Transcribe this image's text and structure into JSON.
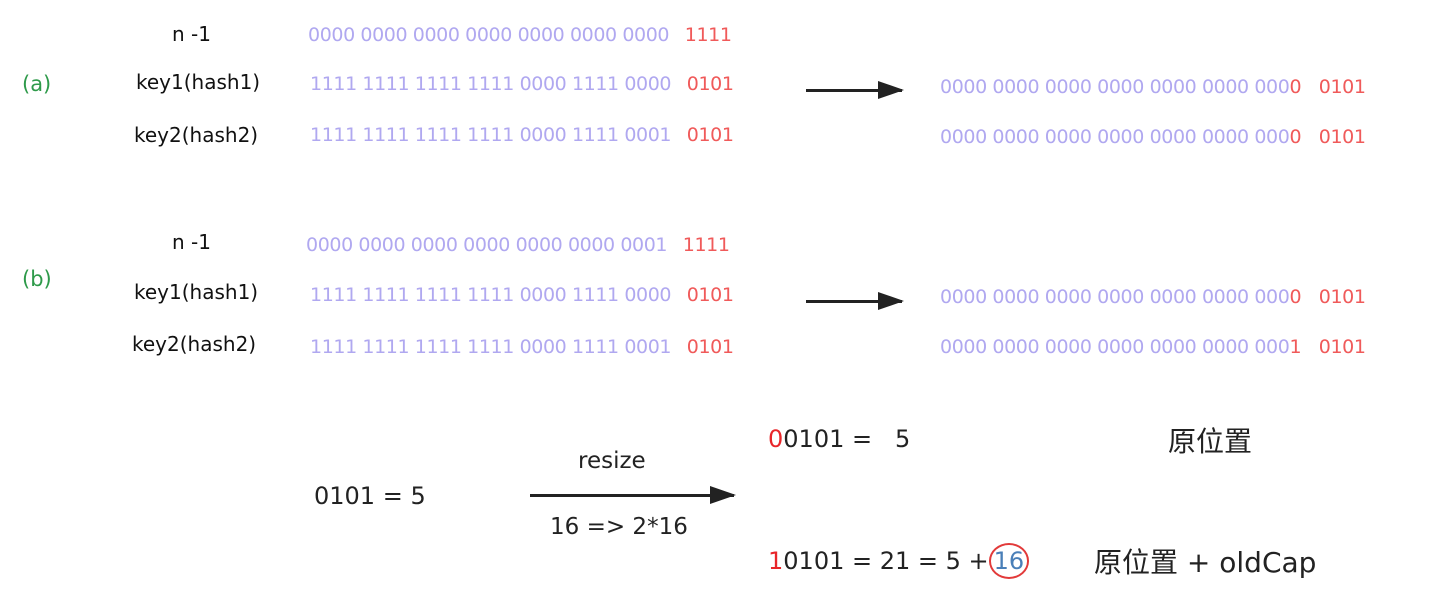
{
  "section_a": {
    "tag": "(a)",
    "rows": [
      {
        "label": "n -1",
        "bits_high": "0000 0000 0000 0000 0000 0000 0000",
        "bits_low": "1111",
        "result_high": "",
        "result_mid": "",
        "result_low": ""
      },
      {
        "label": "key1(hash1)",
        "bits_high": "1111 1111 1111 1111 0000 1111 0000",
        "bits_low": "0101",
        "result_high": "0000 0000 0000 0000 0000 0000 000",
        "result_mid": "0",
        "result_low": "0101"
      },
      {
        "label": "key2(hash2)",
        "bits_high": "1111 1111 1111 1111 0000 1111 0001",
        "bits_low": "0101",
        "result_high": "0000 0000 0000 0000 0000 0000 000",
        "result_mid": "0",
        "result_low": "0101"
      }
    ]
  },
  "section_b": {
    "tag": "(b)",
    "rows": [
      {
        "label": "n -1",
        "bits_high": "0000 0000 0000 0000 0000 0000 0001",
        "bits_low": "1111",
        "result_high": "",
        "result_mid": "",
        "result_low": ""
      },
      {
        "label": "key1(hash1)",
        "bits_high": "1111 1111 1111 1111 0000 1111 0000",
        "bits_low": "0101",
        "result_high": "0000 0000 0000 0000 0000 0000 000",
        "result_mid": "0",
        "result_low": "0101"
      },
      {
        "label": "key2(hash2)",
        "bits_high": "1111 1111 1111 1111 0000 1111 0001",
        "bits_low": "0101",
        "result_high": "0000 0000 0000 0000 0000 0000 000",
        "result_mid": "1",
        "result_low": "0101"
      }
    ]
  },
  "resize": {
    "left": "0101 = 5",
    "arrow_top": "resize",
    "arrow_bottom": "16 => 2*16",
    "r1_first": "0",
    "r1_rest": "0101 =   5",
    "r1_note": "原位置",
    "r2_first": "1",
    "r2_rest": "0101 = 21 = 5 +",
    "r2_circle": "16",
    "r2_note": "原位置 + oldCap"
  }
}
